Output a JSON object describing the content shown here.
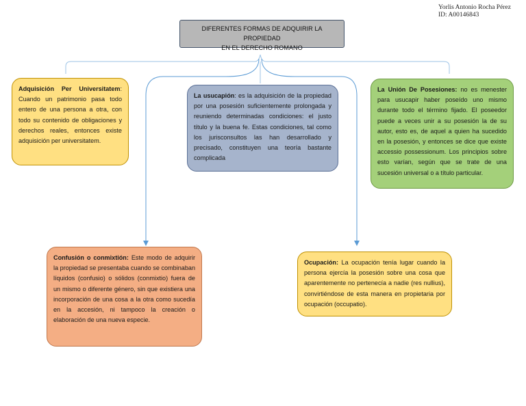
{
  "author": {
    "name": "Yorlis Antonio Rocha Pérez",
    "id": "ID: A00146843"
  },
  "title": {
    "line1": "DIFERENTES FORMAS DE ADQUIRIR LA PROPIEDAD",
    "line2": "EN EL DERECHO ROMANO"
  },
  "nodes": {
    "universitatem": {
      "heading": "Adquisición Per Universitatem",
      "text": ": Cuando un patrimonio pasa todo entero de una persona a otra, con todo su contenido de obligaciones y derechos reales, entonces existe adquisición per universitatem."
    },
    "usucapion": {
      "heading": "La usucapión",
      "text": ": es la adquisición de la propiedad por una posesión suficientemente prolongada y reuniendo determinadas condiciones: el justo título y la buena fe. Estas condiciones, tal como los jurisconsultos las han desarrollado y precisado, constituyen una teoría bastante complicada"
    },
    "union": {
      "heading": "La Unión De Posesiones:",
      "text": " no es menester para usucapir haber poseído uno mismo durante todo el término fijado. El poseedor puede a veces unir a su posesión la de su autor, esto es, de aquel a quien ha sucedido en la posesión, y entonces se dice que existe accessio possessionum. Los principios sobre esto varían, según que se trate de una sucesión universal o a título particular."
    },
    "confusion": {
      "heading": "Confusión o conmixtión:",
      "text": " Este modo de adquirir la propiedad se presentaba cuando se combinaban líquidos (confusio) o sólidos (conmixtio) fuera de un mismo o diferente género, sin que existiera una incorporación de una cosa a la otra como sucedía en la accesión, ni tampoco la creación o elaboración de una nueva especie."
    },
    "ocupacion": {
      "heading": "Ocupación:",
      "text": " La ocupación tenía lugar cuando la persona ejercía la posesión sobre una cosa que aparentemente no pertenecía a nadie (res nullius), convirtiéndose de esta manera en propietaria por ocupación (occupatio)."
    }
  },
  "colors": {
    "title_fill": "#b7b7b7",
    "yellow": "#ffe082",
    "blue": "#a6b4cc",
    "green": "#a4d07a",
    "orange": "#f4ae84",
    "connector": "#5b9bd5"
  }
}
